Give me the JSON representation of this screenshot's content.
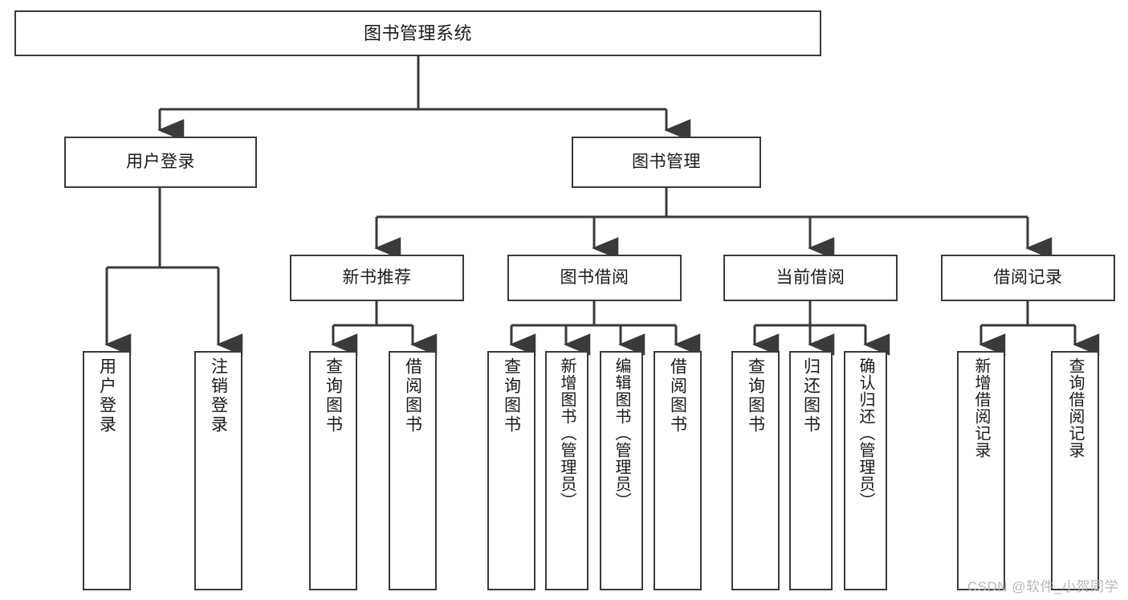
{
  "diagram": {
    "title": "图书管理系统",
    "type": "tree-hierarchy",
    "stroke_color": "#3a3a3a",
    "background_color": "#ffffff",
    "text_color": "#1a1a1a"
  },
  "root": {
    "label": "图书管理系统"
  },
  "level2": [
    {
      "label": "用户登录"
    },
    {
      "label": "图书管理"
    }
  ],
  "level3": [
    {
      "label": "新书推荐"
    },
    {
      "label": "图书借阅"
    },
    {
      "label": "当前借阅"
    },
    {
      "label": "借阅记录"
    }
  ],
  "leaves": {
    "user_login": [
      {
        "label": "用户登录"
      },
      {
        "label": "注销登录"
      }
    ],
    "new_book_recommend": [
      {
        "label": "查询图书"
      },
      {
        "label": "借阅图书"
      }
    ],
    "book_borrow": [
      {
        "label": "查询图书"
      },
      {
        "label": "新增图书（管理员）"
      },
      {
        "label": "编辑图书（管理员）"
      },
      {
        "label": "借阅图书"
      }
    ],
    "current_borrow": [
      {
        "label": "查询图书"
      },
      {
        "label": "归还图书"
      },
      {
        "label": "确认归还（管理员）"
      }
    ],
    "borrow_record": [
      {
        "label": "新增借阅记录"
      },
      {
        "label": "查询借阅记录"
      }
    ]
  },
  "watermark": {
    "text": "CSDN @软件_小贺同学"
  }
}
